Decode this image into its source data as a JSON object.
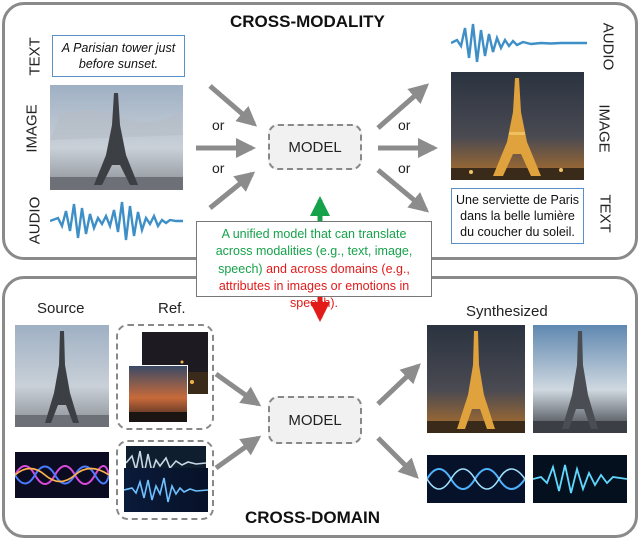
{
  "cross_modality": {
    "title": "CROSS-MODALITY",
    "left_labels": {
      "text": "TEXT",
      "image": "IMAGE",
      "audio": "AUDIO"
    },
    "right_labels": {
      "audio": "AUDIO",
      "image": "IMAGE",
      "text": "TEXT"
    },
    "input_text": "A Parisian tower just before sunset.",
    "output_text": "Une serviette de Paris dans la belle lumière du coucher du soleil.",
    "or_labels": [
      "or",
      "or",
      "or",
      "or"
    ],
    "model_label": "MODEL"
  },
  "callout": {
    "green_text": "A unified model that can translate across modalities (e.g., text, image, speech)",
    "red_text": "and across domains (e.g., attributes in images or emotions in speech)."
  },
  "cross_domain": {
    "title": "CROSS-DOMAIN",
    "source_label": "Source",
    "ref_label": "Ref.",
    "synthesized_label": "Synthesized",
    "model_label": "MODEL"
  },
  "colors": {
    "panel_border": "#8a8a8a",
    "arrow": "#8c8c8c",
    "green": "#16a24a",
    "red": "#e21a1a",
    "textbox_border": "#5a8fc7"
  }
}
